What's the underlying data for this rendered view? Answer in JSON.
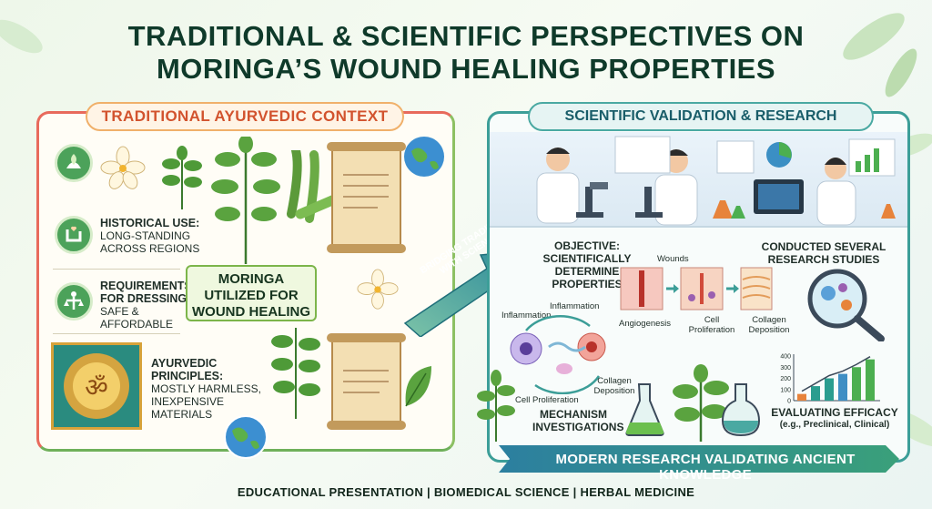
{
  "title": {
    "line1": "TRADITIONAL & SCIENTIFIC PERSPECTIVES ON",
    "line2": "MORINGA’S WOUND HEALING PROPERTIES"
  },
  "left": {
    "header": "TRADITIONAL AYURVEDIC CONTEXT",
    "historical": {
      "heading": "HISTORICAL USE:",
      "line1": "LONG-STANDING",
      "line2": "ACROSS REGIONS"
    },
    "requirements": {
      "heading1": "REQUIREMENTS",
      "heading2": "FOR DRESSING:",
      "line1": "SAFE &",
      "line2": "AFFORDABLE"
    },
    "principles": {
      "heading1": "AYURVEDIC",
      "heading2": "PRINCIPLES:",
      "line1": "MOSTLY HARMLESS,",
      "line2": "INEXPENSIVE",
      "line3": "MATERIALS"
    },
    "center": {
      "line1": "MORINGA",
      "line2": "UTILIZED FOR",
      "line3": "WOUND HEALING"
    }
  },
  "bridge": {
    "line1": "BRIDGING TRADITION",
    "line2": "WITH SCIENCE"
  },
  "right": {
    "header": "SCIENTIFIC VALIDATION & RESEARCH",
    "objective": {
      "line1": "OBJECTIVE:",
      "line2": "SCIENTIFICALLY",
      "line3": "DETERMINE",
      "line4": "PROPERTIES"
    },
    "studies": {
      "line1": "CONDUCTED SEVERAL",
      "line2": "RESEARCH STUDIES"
    },
    "stages": {
      "wounds": "Wounds",
      "angiogenesis": "Angiogenesis",
      "cell_prolif1": "Cell",
      "cell_prolif2": "Proliferation",
      "collagen1": "Collagen",
      "collagen2": "Deposition"
    },
    "cycle": {
      "inflammation_top": "Inflammation",
      "inflammation_left": "Inflammation",
      "collagen1": "Collagen",
      "collagen2": "Deposition",
      "cell_prolif": "Cell Proliferation"
    },
    "mechanism": {
      "line1": "MECHANISM",
      "line2": "INVESTIGATIONS"
    },
    "efficacy": {
      "heading": "EVALUATING EFFICACY",
      "sub": "(e.g., Preclinical, Clinical)"
    },
    "banner": "MODERN RESEARCH VALIDATING ANCIENT KNOWLEDGE"
  },
  "chart_data": {
    "type": "bar",
    "values": [
      60,
      130,
      200,
      240,
      300,
      370
    ],
    "ylim": [
      0,
      400
    ],
    "yticks": [
      "400",
      "300",
      "200",
      "100",
      "0"
    ],
    "colors": [
      "#e7833b",
      "#2a9d8f",
      "#2a9d8f",
      "#3f8fc4",
      "#4caf50",
      "#4caf50"
    ]
  },
  "footer": {
    "part1": "EDUCATIONAL PRESENTATION",
    "sep": "|",
    "part2": "BIOMEDICAL SCIENCE",
    "part3": "HERBAL MEDICINE"
  },
  "colors": {
    "accent_green": "#4ca25a",
    "accent_teal": "#3c9e98",
    "accent_red": "#e86a5c",
    "banner_teal": "#2c8a9a"
  }
}
